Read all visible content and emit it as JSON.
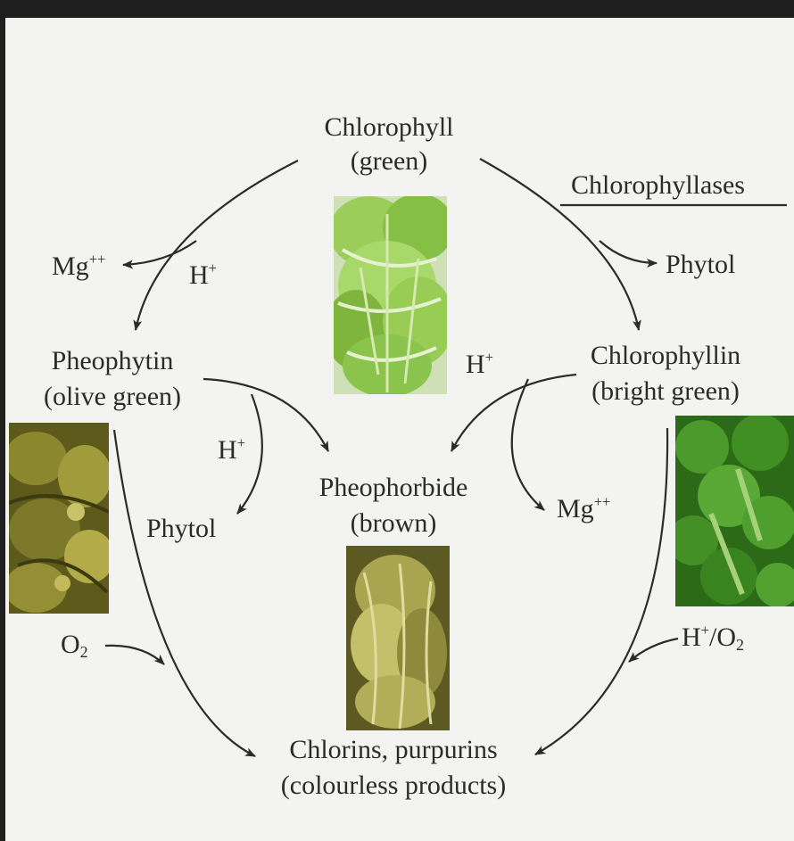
{
  "nodes": {
    "chlorophyll": {
      "name": "Chlorophyll",
      "color": "(green)"
    },
    "pheophytin": {
      "name": "Pheophytin",
      "color": "(olive green)"
    },
    "chlorophyllin": {
      "name": "Chlorophyllin",
      "color": "(bright green)"
    },
    "pheophorbide": {
      "name": "Pheophorbide",
      "color": "(brown)"
    },
    "products": {
      "name": "Chlorins, purpurins",
      "color": "(colourless products)"
    }
  },
  "reagents": {
    "enzyme": "Chlorophyllases",
    "mg_left": {
      "base": "Mg",
      "sup": "++"
    },
    "h_top_left": {
      "base": "H",
      "sup": "+"
    },
    "phytol_right": "Phytol",
    "h_center": {
      "base": "H",
      "sup": "+"
    },
    "h_left_mid": {
      "base": "H",
      "sup": "+"
    },
    "phytol_left": "Phytol",
    "mg_right": {
      "base": "Mg",
      "sup": "++"
    },
    "o2": {
      "base": "O",
      "sub": "2"
    },
    "h_o2": {
      "base": "H",
      "sup": "+",
      "mid": "/O",
      "sub": "2"
    }
  },
  "colors": {
    "ink": "#2b2b2b",
    "paper": "#f3f3f1",
    "frame": "#1e1e1e",
    "lettuce": "#8cc54a",
    "seaweed": "#6e6a22",
    "broccoli": "#3f8f22",
    "brown_veg": "#8a8a3a"
  },
  "images": [
    "lettuce-photo",
    "seaweed-photo",
    "pickled-vegetable-photo",
    "broccoli-photo"
  ]
}
